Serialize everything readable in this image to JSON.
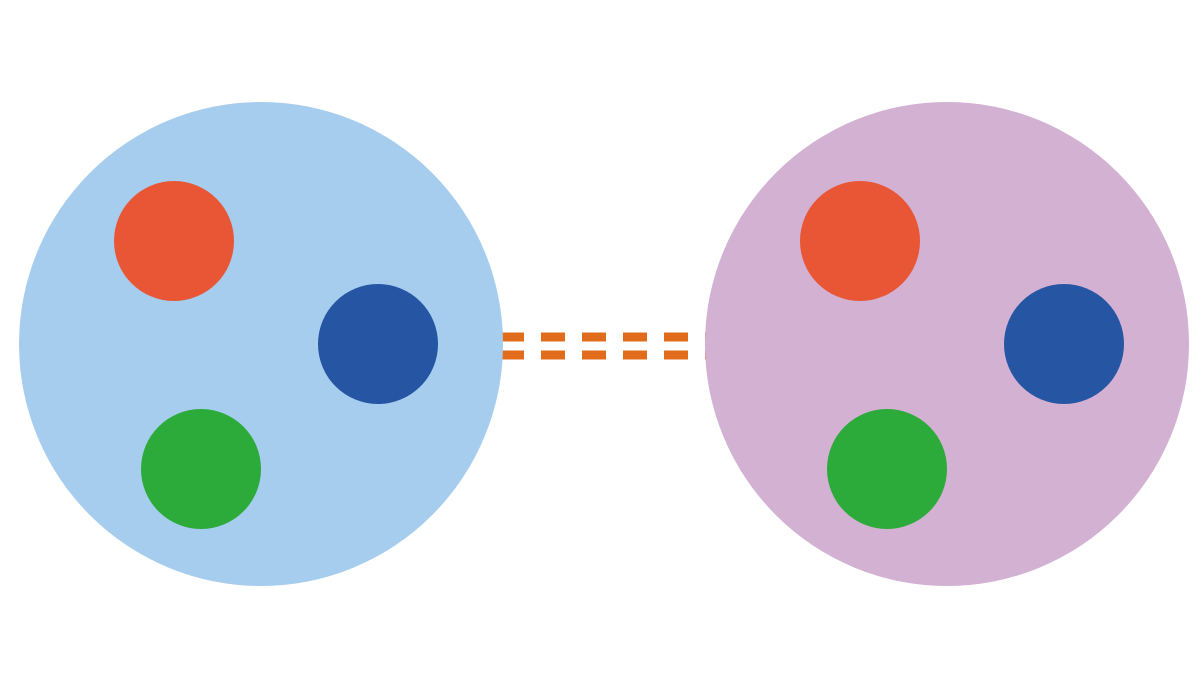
{
  "diagram": {
    "background": "#ffffff",
    "groups": [
      {
        "name": "left-group",
        "color": "#a6cdee",
        "members": [
          {
            "name": "red",
            "color": "#e85636"
          },
          {
            "name": "blue",
            "color": "#2555a3"
          },
          {
            "name": "green",
            "color": "#2caa3a"
          }
        ]
      },
      {
        "name": "right-group",
        "color": "#d3b1d3",
        "members": [
          {
            "name": "red",
            "color": "#e85636"
          },
          {
            "name": "blue",
            "color": "#2555a3"
          },
          {
            "name": "green",
            "color": "#2caa3a"
          }
        ]
      }
    ],
    "link": {
      "style": "double-dashed",
      "color": "#e06c1c"
    }
  }
}
